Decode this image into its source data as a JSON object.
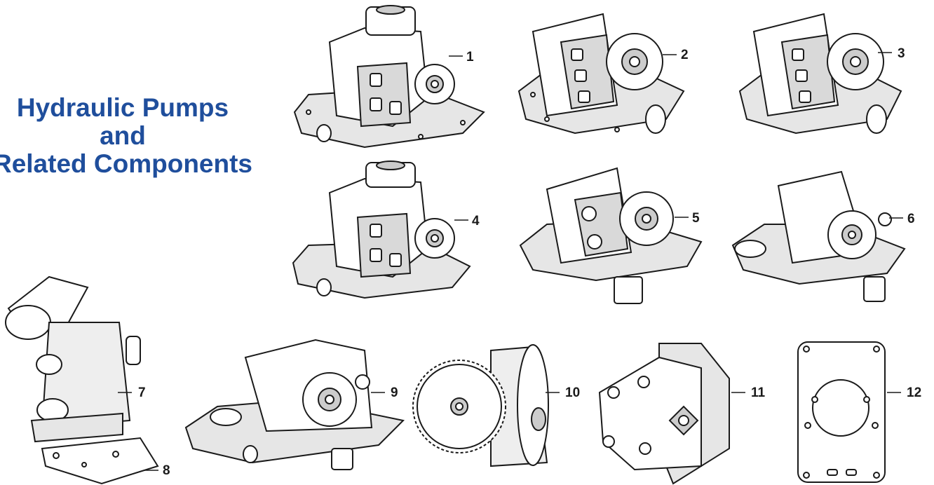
{
  "title": {
    "line1": "Hydraulic Pumps",
    "line2": "and",
    "line3": "Related Components"
  },
  "callouts": [
    "1",
    "2",
    "3",
    "4",
    "5",
    "6",
    "7",
    "8",
    "9",
    "10",
    "11",
    "12"
  ],
  "colors": {
    "title": "#1f4e9c",
    "ink": "#1a1a1a",
    "shade": "#d9d9d9"
  }
}
